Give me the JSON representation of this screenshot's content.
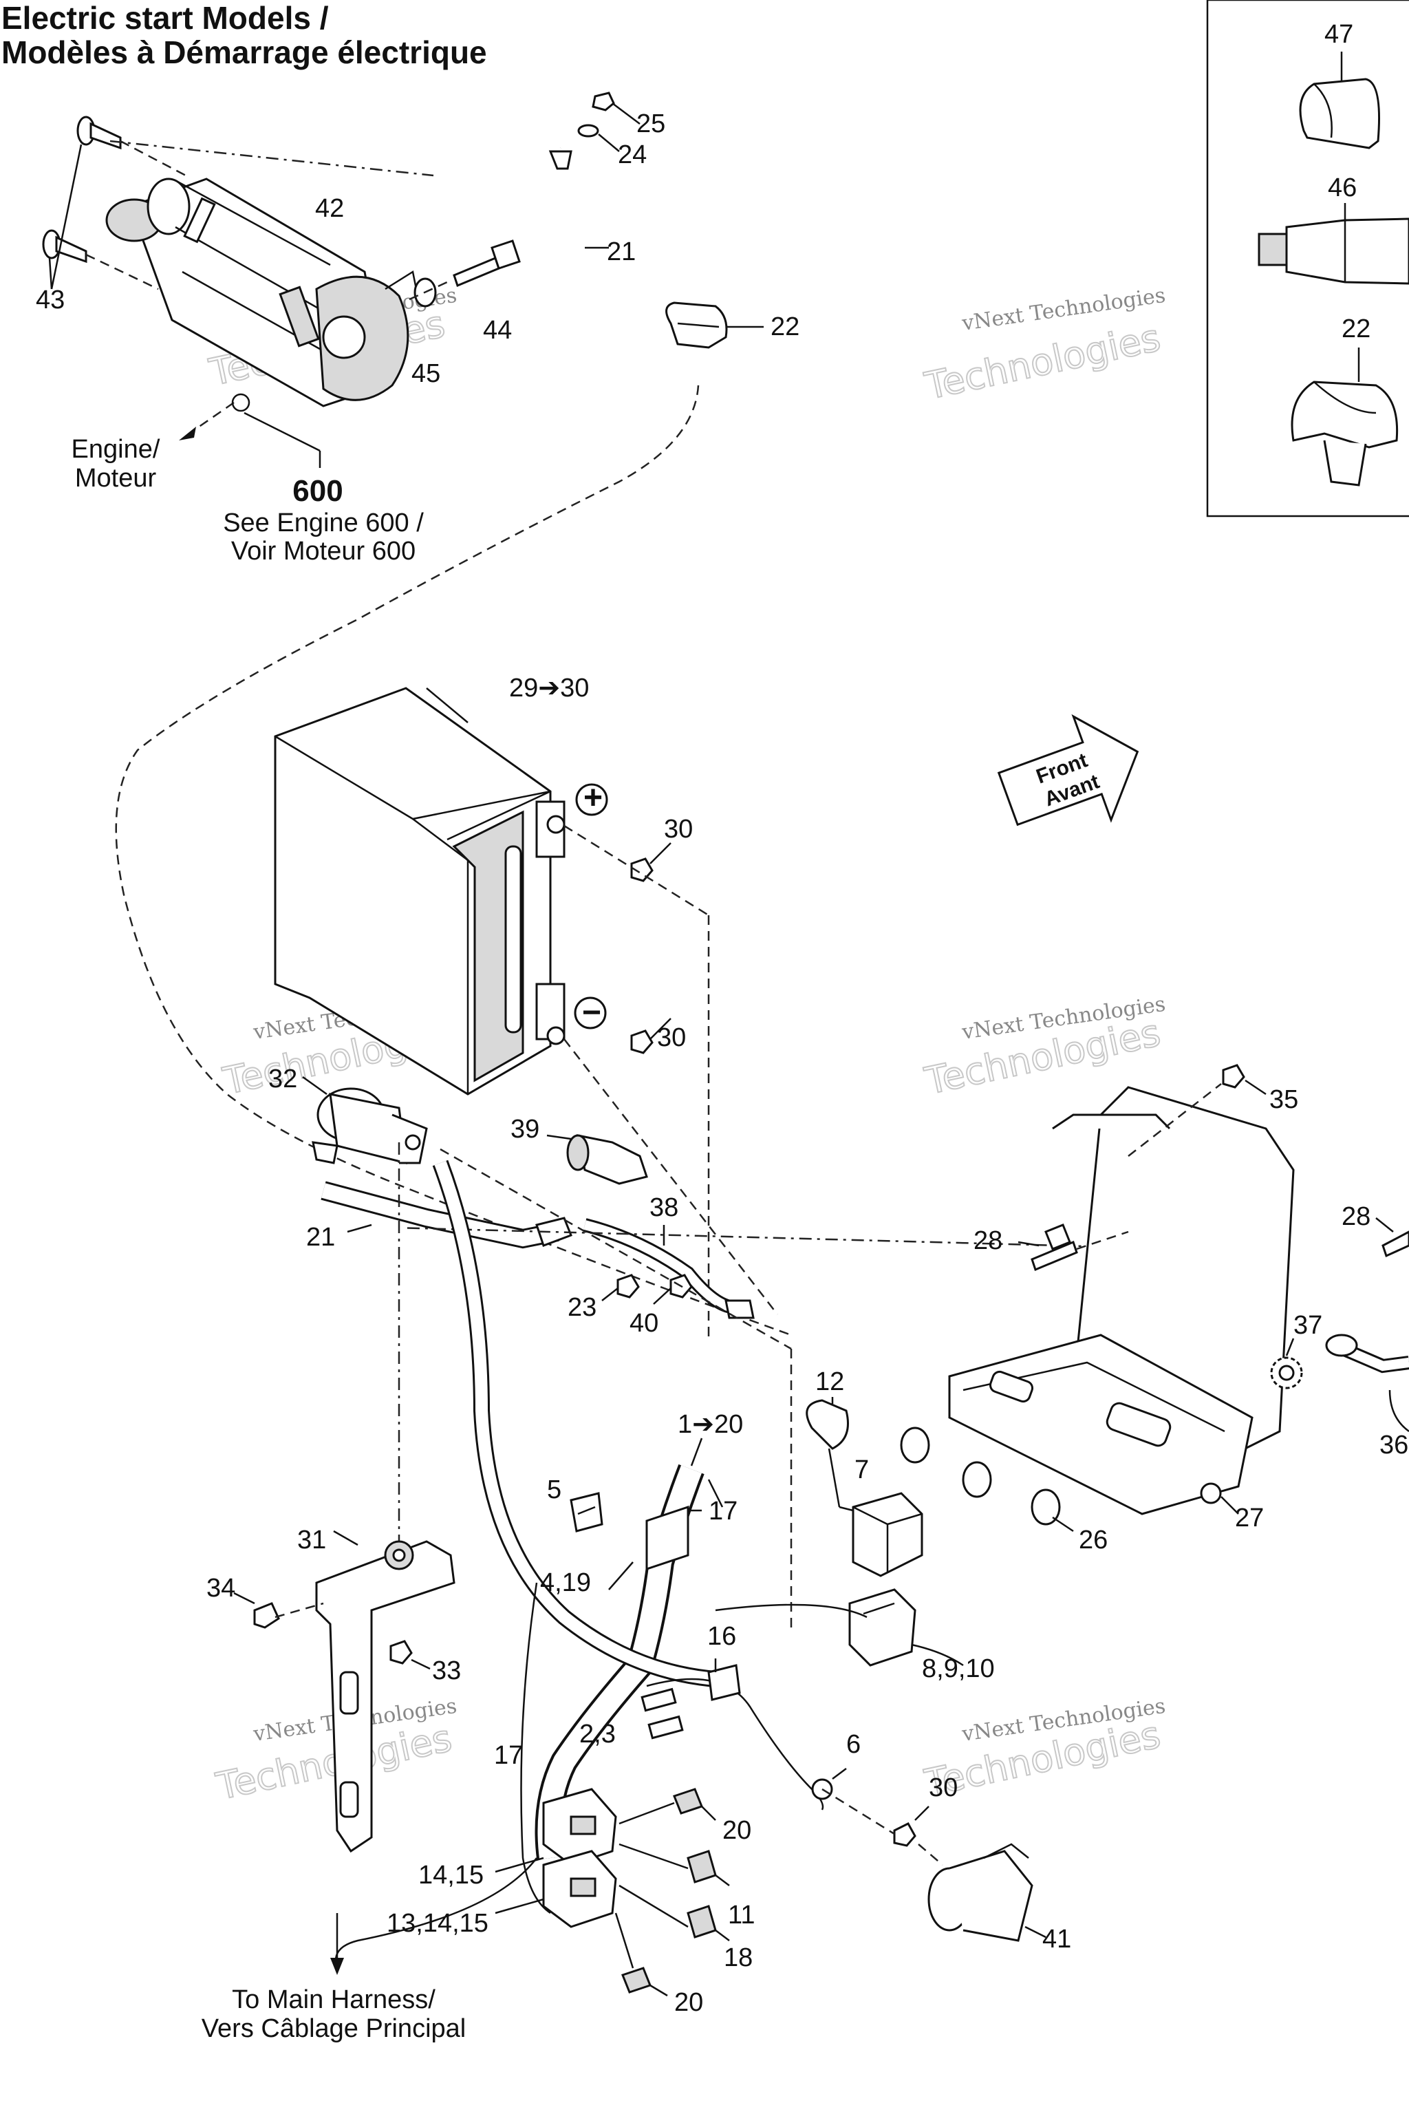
{
  "title": {
    "line1": "Electric start Models /",
    "line2": "Modèles à Démarrage électrique"
  },
  "notes": {
    "engine_line1": "Engine/",
    "engine_line2": "Moteur",
    "ref_number": "600",
    "see_line1": "See Engine 600 /",
    "see_line2": "Voir Moteur 600",
    "harness_line1": "To Main Harness/",
    "harness_line2": "Vers Câblage Principal",
    "plus_symbol": "+",
    "minus_symbol": "−"
  },
  "front_arrow": {
    "line1": "Front",
    "line2": "Avant"
  },
  "watermark": {
    "line1": "vNext Technologies",
    "line2": "vNext",
    "line3": "Technologies"
  },
  "callouts": [
    "47",
    "46",
    "22",
    "25",
    "24",
    "42",
    "21",
    "22",
    "43",
    "44",
    "45",
    "29➔30",
    "30",
    "30",
    "32",
    "39",
    "38",
    "21",
    "23",
    "40",
    "35",
    "28",
    "28",
    "37",
    "36",
    "12",
    "1➔20",
    "7",
    "5",
    "17",
    "4,19",
    "31",
    "34",
    "33",
    "16",
    "8,9,10",
    "2,3",
    "17",
    "6",
    "30",
    "26",
    "27",
    "20",
    "14,15",
    "11",
    "13,14,15",
    "18",
    "41",
    "20"
  ]
}
